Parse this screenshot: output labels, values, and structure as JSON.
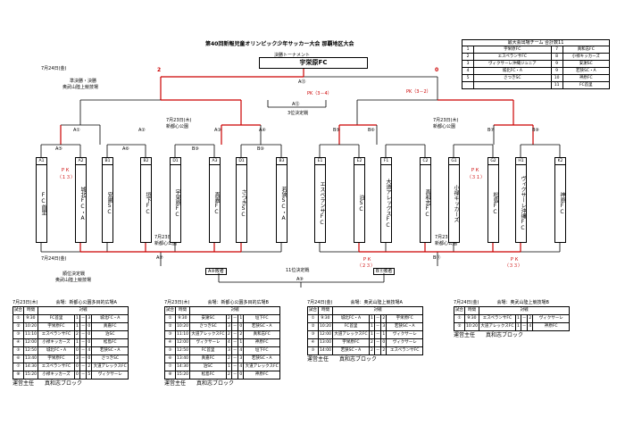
{
  "header": {
    "title": "第40回新報児童オリンピック少年サッカー大会 那覇地区大会",
    "bracket_label": "決勝トーナメント",
    "winner": "宇栄原FC",
    "final_label": "A⑬",
    "third_label": "3位決定戦",
    "third_code": "A⑫",
    "pk_left": "PK（3－4）",
    "pk_right": "PK（3－2）",
    "final_score_left": "2",
    "final_score_right": "0"
  },
  "dates": {
    "d1": "7月24日(金)",
    "d1_venue1": "準決勝・決勝",
    "d1_venue2": "奥武山陸上競技場",
    "d2_left": "7月23日(木)",
    "d2_left_venue": "新都心公園",
    "d2_right": "7月23日(木)",
    "d2_right_venue": "新都心公園",
    "d3_left": "7月23日(木)",
    "d3_left_venue": "新都心公園",
    "d3_right": "7月23日(木)",
    "d3_right_venue": "新都心公園",
    "d4": "7月24日(金)",
    "d4_venue1": "順位決定戦",
    "d4_venue2": "奥武山陸上競技場"
  },
  "legend": {
    "title": "最大会出場チーム 合計数11",
    "rows": [
      {
        "n1": "1",
        "t1": "宇栄原FC",
        "n2": "7",
        "t2": "真和志FC"
      },
      {
        "n1": "2",
        "t1": "エスペランサFC",
        "n2": "8",
        "t2": "小禄キッカーズ"
      },
      {
        "n1": "3",
        "t1": "ヴィクサーレ沖縄ジュニア",
        "n2": "9",
        "t2": "安謝SC"
      },
      {
        "n1": "4",
        "t1": "城北FC・A",
        "n2": "9",
        "t2": "若狭SC・A"
      },
      {
        "n1": "5",
        "t1": "さつきSC",
        "n2": "10",
        "t2": "神原FC"
      },
      {
        "n1": "",
        "t1": "",
        "n2": "11",
        "t2": "FC首里"
      }
    ]
  },
  "teams": [
    {
      "code": "A1",
      "name": "FC首里"
    },
    {
      "code": "A2",
      "name": "城北FC・A"
    },
    {
      "code": "B1",
      "name": "安謝SC"
    },
    {
      "code": "B2",
      "name": "垣下FC"
    },
    {
      "code": "D1",
      "name": "宇栄原FC"
    },
    {
      "code": "A3",
      "name": "真嘉FC"
    },
    {
      "code": "D1",
      "name": "さつきSC"
    },
    {
      "code": "B3",
      "name": "若狭SC・A"
    },
    {
      "code": "E1",
      "name": "エスペランサFC"
    },
    {
      "code": "E2",
      "name": "泊SC"
    },
    {
      "code": "F1",
      "name": "大道アレックスFC"
    },
    {
      "code": "C2",
      "name": "真和志FC"
    },
    {
      "code": "G1",
      "name": "小禄キッカーズ"
    },
    {
      "code": "G2",
      "name": "松島FC"
    },
    {
      "code": "H1",
      "name": "ヴィクサーレ沖縄FC"
    },
    {
      "code": "K2",
      "name": "神原FC"
    }
  ],
  "matches": {
    "r1": [
      "A①",
      "A②",
      "A③",
      "A④",
      "B⑤",
      "B⑥",
      "B⑦",
      "B⑧"
    ],
    "r2": [
      "A⑤",
      "A⑥",
      "B⑨",
      "B⑩"
    ],
    "pk_a1": "ＰＫ",
    "pk_a1_score": "（１３）",
    "pk_b1": "ＰＫ",
    "pk_b1_score": "（３１）",
    "lower_a": "A⑦",
    "lower_b": "B⑪",
    "rank_a": "A⑧敗者",
    "rank_b": "B⑪敗者",
    "rank_final": "A⑨",
    "rank_label": "11位決定戦",
    "lower_pk_b1": "ＰＫ",
    "lower_pk_b1_score": "（２３）",
    "lower_pk_b2": "ＰＫ",
    "lower_pk_b2_score": "（３３）"
  },
  "schedules": [
    {
      "date": "7月23日(木)",
      "venue": "会場：新都心公園多目的広場A",
      "headers": [
        "試合",
        "時間",
        "対戦"
      ],
      "rows": [
        [
          "①",
          "9:30",
          "FC首里",
          "1",
          "－",
          "3",
          "城北FC・A"
        ],
        [
          "②",
          "10:20",
          "宇栄原FC",
          "1",
          "－",
          "0",
          "真嘉FC"
        ],
        [
          "③",
          "11:10",
          "エスペランサFC",
          "2",
          "－",
          "0",
          "泊SC"
        ],
        [
          "④",
          "12:00",
          "小禄キッカーズ",
          "1",
          "－",
          "0",
          "松島FC"
        ],
        [
          "⑤",
          "12:50",
          "城北FC・A",
          "0",
          "－",
          "4",
          "若狭SC・A"
        ],
        [
          "⑥",
          "13:40",
          "宇栄原FC",
          "3",
          "－",
          "0",
          "さつきSC"
        ],
        [
          "⑦",
          "14:30",
          "エスペランサFC",
          "0",
          "－",
          "2",
          "大道アレックスFC"
        ],
        [
          "⑧",
          "15:20",
          "小禄キッカーズ",
          "0",
          "－",
          "5",
          "ヴィクサーレ"
        ]
      ],
      "footer": "運営主任　　真和志ブロック"
    },
    {
      "date": "7月23日(木)",
      "venue": "会場：新都心公園多目的広場B",
      "headers": [
        "試合",
        "時間",
        "対戦"
      ],
      "rows": [
        [
          "①",
          "9:30",
          "安謝SC",
          "2",
          "－",
          "1",
          "垣下FC"
        ],
        [
          "②",
          "10:20",
          "さつきSC",
          "3",
          "－",
          "0",
          "若狭SC・A"
        ],
        [
          "③",
          "11:10",
          "大道アレックスFC",
          "2",
          "－",
          "2",
          "真和志FC"
        ],
        [
          "④",
          "12:00",
          "ヴィクサーレ",
          "4",
          "－",
          "1",
          "神原FC"
        ],
        [
          "⑤",
          "12:50",
          "FC首里",
          "3",
          "－",
          "4",
          "垣下FC"
        ],
        [
          "⑥",
          "13:40",
          "真嘉FC",
          "2",
          "－",
          "3",
          "若狭SC・A"
        ],
        [
          "⑦",
          "14:30",
          "泊SC",
          "1",
          "－",
          "4",
          "大道アレックスFC"
        ],
        [
          "⑧",
          "15:20",
          "松島FC",
          "2",
          "－",
          "0",
          "神原FC"
        ]
      ],
      "footer": "運営主任　　真和志ブロック"
    },
    {
      "date": "7月24日(金)",
      "venue": "会場：奥武山陸上競技場A",
      "headers": [
        "試合",
        "時間",
        "対戦"
      ],
      "rows": [
        [
          "①",
          "9:30",
          "城北FC・A",
          "1",
          "－",
          "2",
          "宇栄原FC"
        ],
        [
          "②",
          "10:20",
          "FC首里",
          "1",
          "－",
          "3",
          "若狭SC・A"
        ],
        [
          "③",
          "12:00",
          "大道アレックスFC",
          "1",
          "－",
          "1",
          "ヴィクサーレ"
        ],
        [
          "④",
          "13:00",
          "宇栄原FC",
          "2",
          "－",
          "0",
          "ヴィクサーレ"
        ],
        [
          "⑤",
          "14:00",
          "若狭SC・A",
          "2",
          "－",
          "2",
          "エスペランサFC"
        ]
      ],
      "footer": "運営主任　　真和志ブロック"
    },
    {
      "date": "7月24日(金)",
      "venue": "会場：奥武山陸上競技場B",
      "headers": [
        "試合",
        "時間",
        "対戦"
      ],
      "rows": [
        [
          "①",
          "9:30",
          "エスペランサFC",
          "1",
          "－",
          "2",
          "ヴィクサーレ"
        ],
        [
          "②",
          "10:20",
          "大道アレックスFC",
          "1",
          "－",
          "4",
          "神原FC"
        ]
      ],
      "footer": "運営主任　　真和志ブロック"
    }
  ]
}
